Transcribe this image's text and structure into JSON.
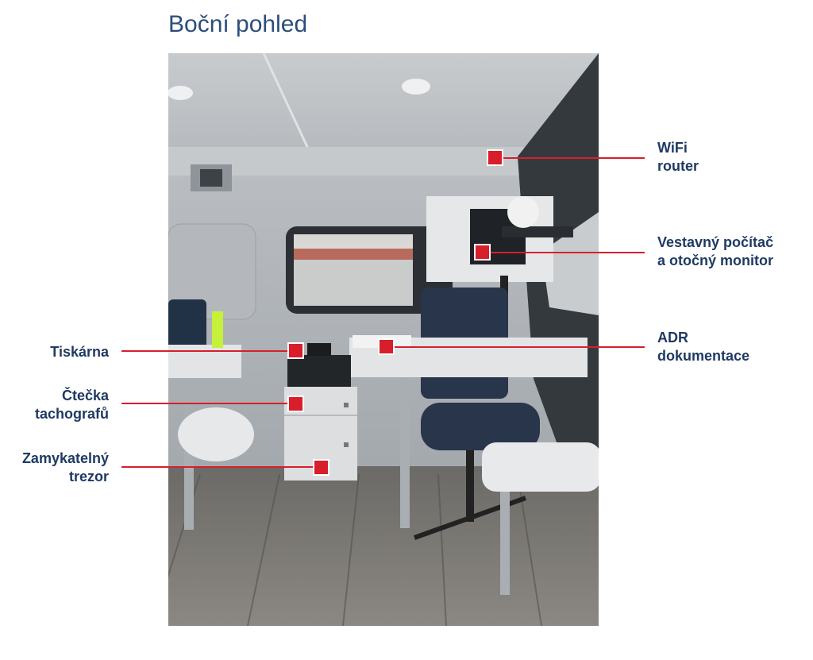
{
  "title": "Boční pohled",
  "accent_color": "#d81e2b",
  "label_color": "#1f3a63",
  "callouts": {
    "wifi": {
      "line1": "WiFi",
      "line2": "router"
    },
    "computer": {
      "line1": "Vestavný počítač",
      "line2": "a otočný monitor"
    },
    "adr": {
      "line1": "ADR",
      "line2": "dokumentace"
    },
    "printer": {
      "line1": "Tiskárna"
    },
    "reader": {
      "line1": "Čtečka",
      "line2": "tachografů"
    },
    "safe": {
      "line1": "Zamykatelný",
      "line2": "trezor"
    }
  }
}
